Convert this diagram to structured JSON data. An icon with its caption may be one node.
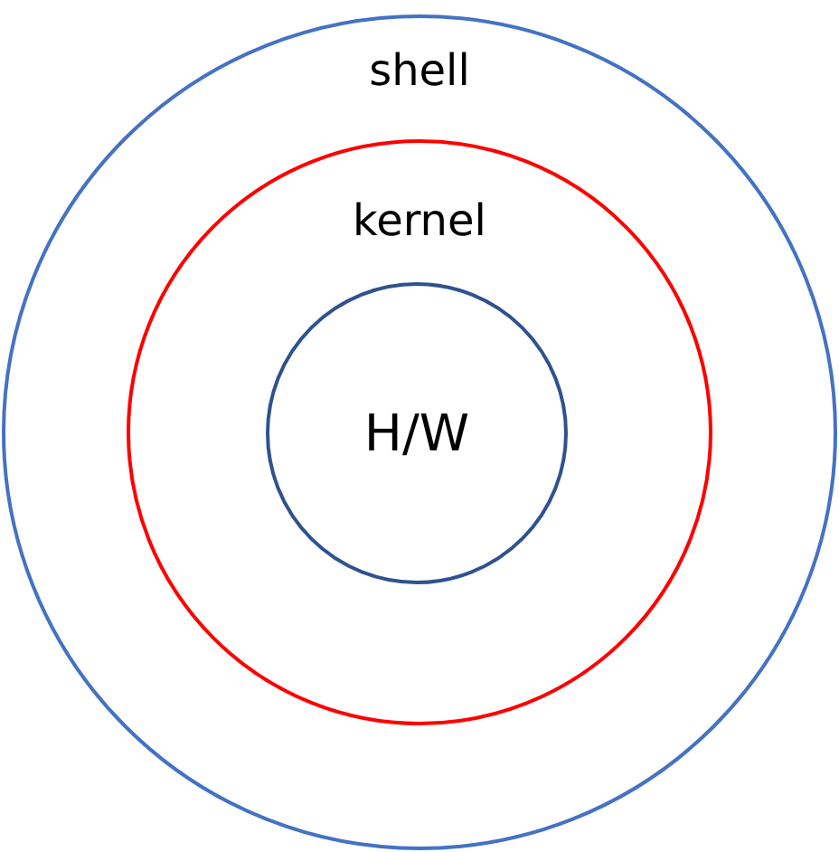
{
  "diagram": {
    "nodes": [
      {
        "text": [
          "shell"
        ]
      },
      {
        "text": [
          "kernel"
        ],
        "in": 0
      },
      {
        "text": [
          "H/W"
        ],
        "in": 1
      }
    ]
  }
}
